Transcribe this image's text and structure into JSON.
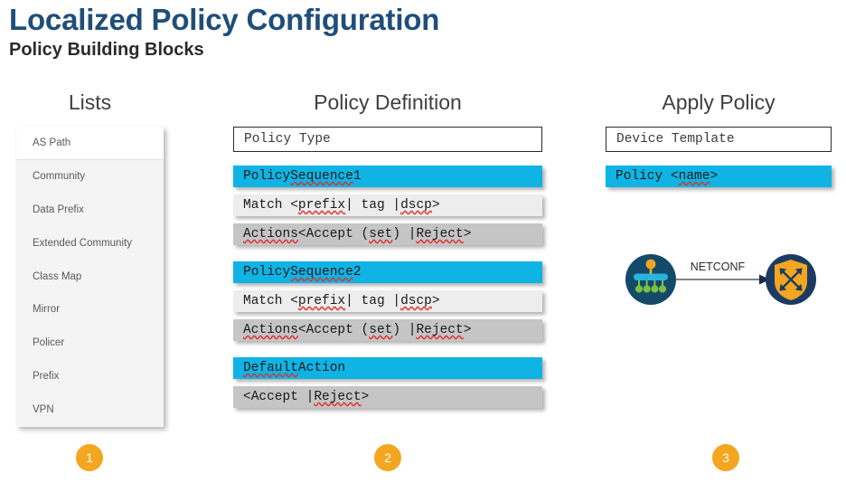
{
  "header": {
    "title": "Localized Policy Configuration",
    "subtitle": "Policy Building Blocks",
    "title_color": "#1f4e79"
  },
  "columns": {
    "lists": {
      "heading": "Lists",
      "badge": "1"
    },
    "policy": {
      "heading": "Policy Definition",
      "badge": "2"
    },
    "apply": {
      "heading": "Apply Policy",
      "badge": "3"
    }
  },
  "lists_panel": {
    "items": [
      "AS Path",
      "Community",
      "Data Prefix",
      "Extended Community",
      "Class Map",
      "Mirror",
      "Policer",
      "Prefix",
      "VPN"
    ]
  },
  "policy_definition": {
    "policy_type_box": "Policy Type",
    "sequence1": {
      "header_prefix": "Policy ",
      "header_squiggle": "Sequence",
      "header_suffix": " 1",
      "match_prefix": "Match <",
      "match_sq1": "prefix",
      "match_mid": " | tag | ",
      "match_sq2": "dscp",
      "match_suffix": ">",
      "actions_sq1": "Actions",
      "actions_mid": " <Accept (",
      "actions_sq2": "set",
      "actions_mid2": ") | ",
      "actions_sq3": "Reject",
      "actions_suffix": ">"
    },
    "sequence2": {
      "header_prefix": "Policy ",
      "header_squiggle": "Sequence",
      "header_suffix": " 2",
      "match_prefix": "Match <",
      "match_sq1": "prefix",
      "match_mid": " | tag | ",
      "match_sq2": "dscp",
      "match_suffix": ">",
      "actions_sq1": "Actions",
      "actions_mid": " <Accept (",
      "actions_sq2": "set",
      "actions_mid2": ") | ",
      "actions_sq3": "Reject",
      "actions_suffix": ">"
    },
    "default_action": {
      "header_sq": "Default",
      "header_suffix": " Action",
      "value_prefix": "<Accept | ",
      "value_sq": "Reject",
      "value_suffix": ">"
    }
  },
  "apply_policy": {
    "device_template_box": "Device Template",
    "policy_bar_prefix": "Policy <",
    "policy_bar_sq": "name",
    "policy_bar_suffix": ">",
    "protocol_label": "NETCONF",
    "source_icon": "network-controller-icon",
    "target_icon": "security-shield-router-icon"
  },
  "colors": {
    "accent_cyan": "#0fb4e4",
    "accent_orange": "#f4a621",
    "title_blue": "#1f4e79",
    "icon_navy": "#174a6c",
    "icon_green": "#7ac143"
  }
}
